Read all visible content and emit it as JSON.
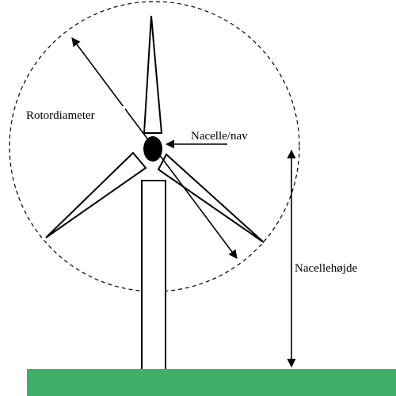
{
  "labels": {
    "rotor_diameter": "Rotordiameter",
    "nacelle_hub": "Nacelle/nav",
    "nacelle_height": "Nacellehøjde"
  },
  "colors": {
    "ground": "#3fae6b",
    "stroke": "#000000",
    "background": "#ffffff"
  }
}
